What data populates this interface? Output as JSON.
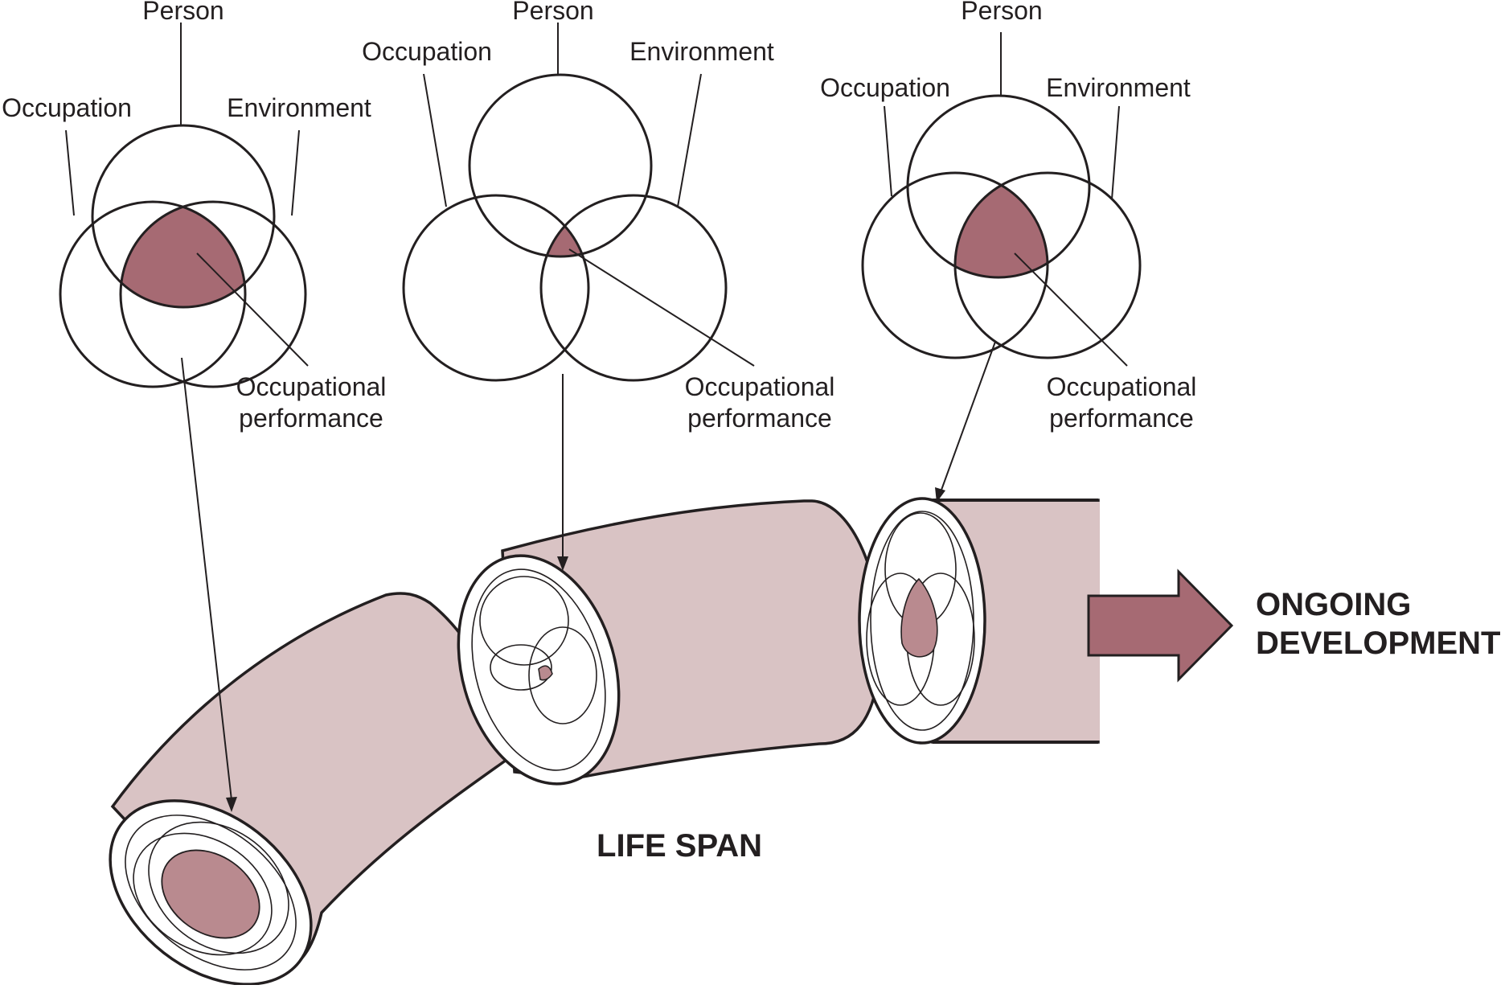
{
  "diagram": {
    "stages": [
      {
        "person": "Person",
        "occupation": "Occupation",
        "environment": "Environment",
        "outcome_line1": "Occupational",
        "outcome_line2": "performance"
      },
      {
        "person": "Person",
        "occupation": "Occupation",
        "environment": "Environment",
        "outcome_line1": "Occupational",
        "outcome_line2": "performance"
      },
      {
        "person": "Person",
        "occupation": "Occupation",
        "environment": "Environment",
        "outcome_line1": "Occupational",
        "outcome_line2": "performance"
      }
    ],
    "lifespan_label": "LIFE SPAN",
    "arrow_label_line1": "ONGOING",
    "arrow_label_line2": "DEVELOPMENT"
  },
  "colors": {
    "overlap_fill": "#a66a73",
    "cross_section_fill": "#b98a8f",
    "tube_fill": "#d9c3c4",
    "arrow_fill": "#a66a73",
    "line": "#231f20"
  },
  "icons": [
    "venn-diagram",
    "tube-cross-section",
    "right-arrow"
  ]
}
